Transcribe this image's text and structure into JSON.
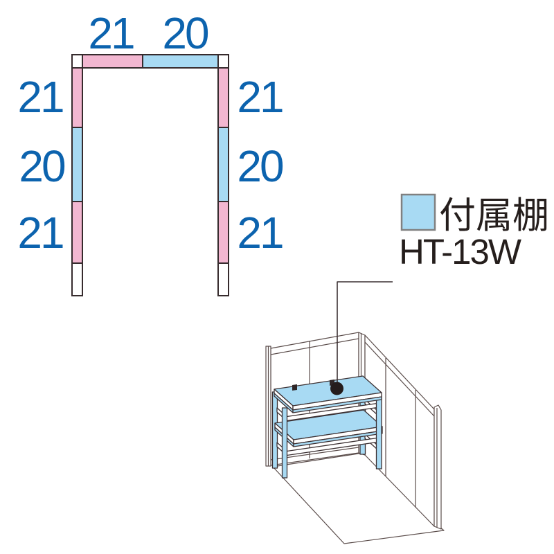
{
  "colors": {
    "dimension_text": "#0c63ae",
    "pink": "#f3b7d1",
    "blue": "#a8daf3",
    "plan_outline": "#362b2d",
    "line_dark": "#3c3133",
    "legend_border": "#808080",
    "ink": "#251e1c"
  },
  "floor_plan": {
    "top": [
      {
        "value": "21",
        "fill": "pink"
      },
      {
        "value": "20",
        "fill": "blue"
      }
    ],
    "left": [
      {
        "value": "21",
        "fill": "pink"
      },
      {
        "value": "20",
        "fill": "blue"
      },
      {
        "value": "21",
        "fill": "pink"
      }
    ],
    "right": [
      {
        "value": "21",
        "fill": "pink"
      },
      {
        "value": "20",
        "fill": "blue"
      },
      {
        "value": "21",
        "fill": "pink"
      }
    ]
  },
  "legend": {
    "label": "付属棚",
    "model": "HT-13W"
  }
}
